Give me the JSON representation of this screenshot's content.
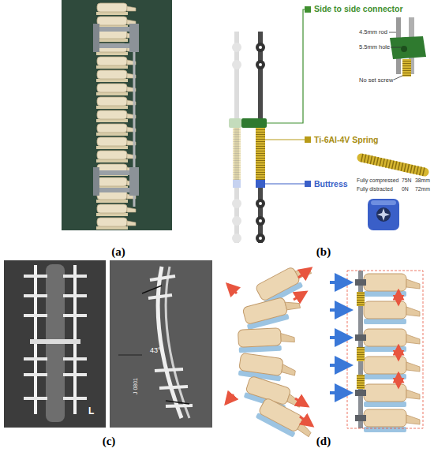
{
  "diagram": {
    "labels": [
      "(a)",
      "Side to side connector",
      "4.5mm rod",
      "5.5mm hole",
      "No set screw",
      "Ti-6Al-4V Spring",
      "Fully compressed",
      "75N",
      "38mm",
      "Fully distracted",
      "0N",
      "72mm",
      "Buttress",
      "(b)",
      "L",
      "43°",
      "J 0801",
      "(c)",
      "(d)"
    ]
  }
}
